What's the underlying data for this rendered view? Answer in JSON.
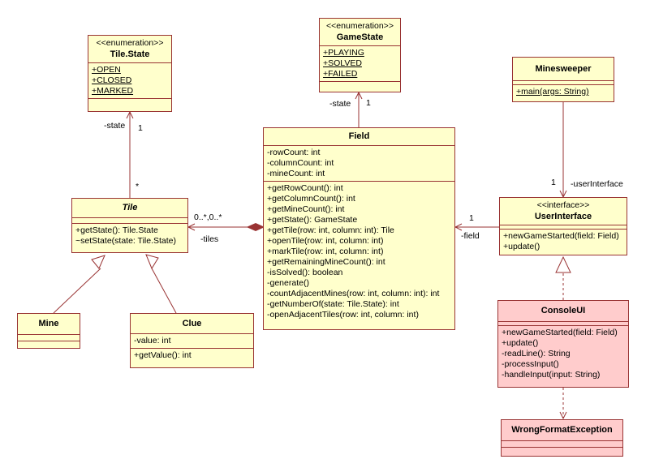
{
  "classes": {
    "tile_state": {
      "stereotype": "<<enumeration>>",
      "name": "Tile.State",
      "literals": [
        "+OPEN",
        "+CLOSED",
        "+MARKED"
      ]
    },
    "game_state": {
      "stereotype": "<<enumeration>>",
      "name": "GameState",
      "literals": [
        "+PLAYING",
        "+SOLVED",
        "+FAILED"
      ]
    },
    "minesweeper": {
      "name": "Minesweeper",
      "operations": [
        "+main(args: String)"
      ]
    },
    "field": {
      "name": "Field",
      "attributes": [
        "-rowCount: int",
        "-columnCount: int",
        "-mineCount: int"
      ],
      "operations": [
        "+getRowCount(): int",
        "+getColumnCount(): int",
        "+getMineCount(): int",
        "+getState(): GameState",
        "+getTile(row: int, column: int): Tile",
        "+openTile(row: int, column: int)",
        "+markTile(row: int, column: int)",
        "+getRemainingMineCount(): int",
        "-isSolved(): boolean",
        "-generate()",
        "-countAdjacentMines(row: int, column: int): int",
        "-getNumberOf(state: Tile.State): int",
        "-openAdjacentTiles(row: int, column: int)"
      ]
    },
    "tile": {
      "name": "Tile",
      "operations": [
        "+getState(): Tile.State",
        "~setState(state: Tile.State)"
      ]
    },
    "user_interface": {
      "stereotype": "<<interface>>",
      "name": "UserInterface",
      "operations": [
        "+newGameStarted(field: Field)",
        "+update()"
      ]
    },
    "mine": {
      "name": "Mine"
    },
    "clue": {
      "name": "Clue",
      "attributes": [
        "-value: int"
      ],
      "operations": [
        "+getValue(): int"
      ]
    },
    "console_ui": {
      "name": "ConsoleUI",
      "operations": [
        "+newGameStarted(field: Field)",
        "+update()",
        "-readLine(): String",
        "-processInput()",
        "-handleInput(input: String)"
      ]
    },
    "wrong_format_exception": {
      "name": "WrongFormatException"
    }
  },
  "labels": {
    "tile_state_role": "-state",
    "tile_state_mult": "1",
    "tile_mult_star": "*",
    "game_state_role": "-state",
    "game_state_mult": "1",
    "tiles_mult": "0..*,0..*",
    "tiles_role": "-tiles",
    "ui_mult": "1",
    "ui_role": "-userInterface",
    "field_mult": "1",
    "field_role": "-field"
  },
  "colors": {
    "class_fill": "#ffffcc",
    "class_border": "#993333",
    "highlight_fill": "#ffcccc"
  }
}
